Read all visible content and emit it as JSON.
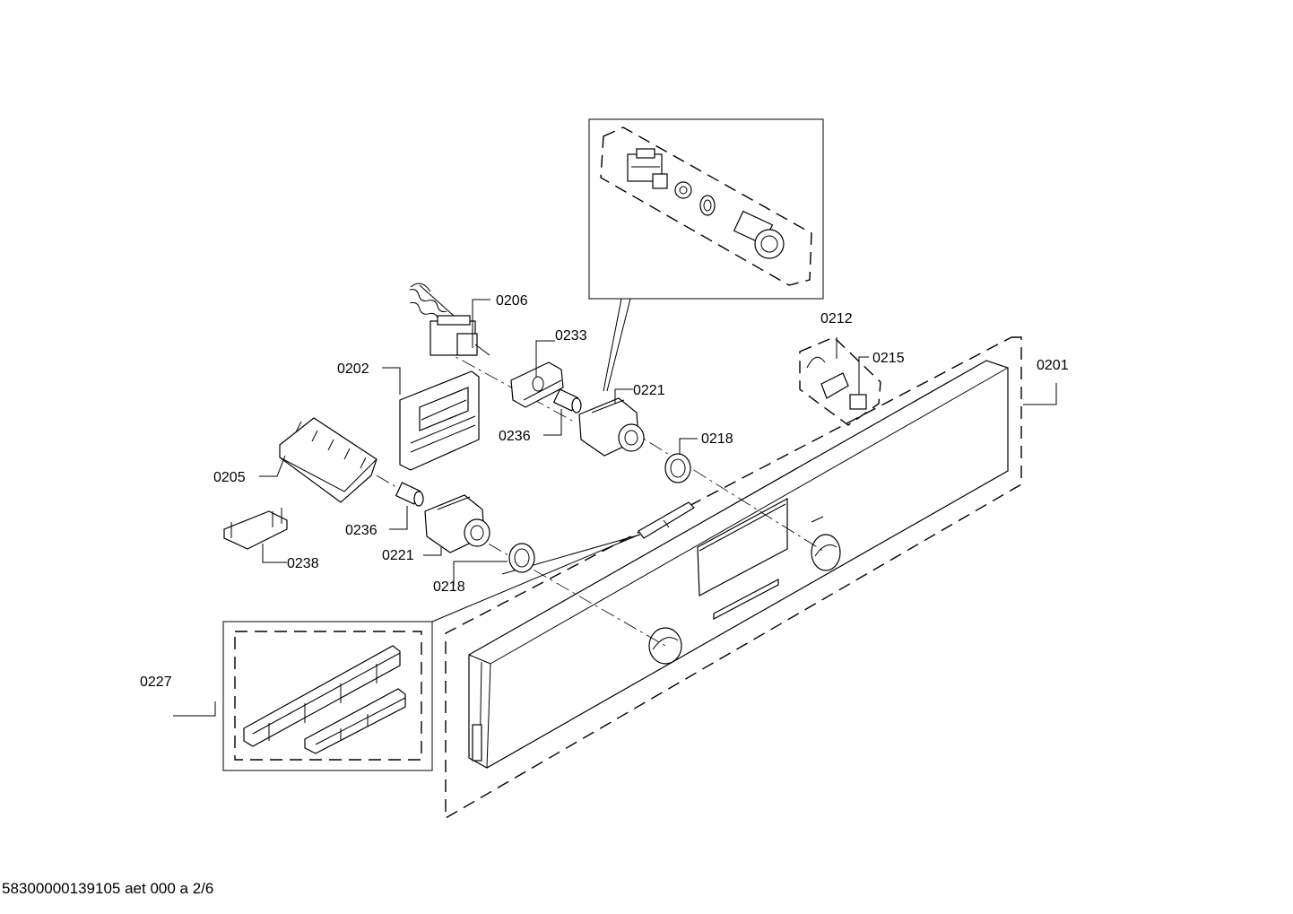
{
  "labels": {
    "p0201": "0201",
    "p0202": "0202",
    "p0205": "0205",
    "p0206": "0206",
    "p0212": "0212",
    "p0215": "0215",
    "p0218a": "0218",
    "p0218b": "0218",
    "p0221a": "0221",
    "p0221b": "0221",
    "p0227": "0227",
    "p0233": "0233",
    "p0236a": "0236",
    "p0236b": "0236",
    "p0238": "0238"
  },
  "footer": {
    "doc_id": "58300000139105 aet 000 a 2/6"
  },
  "colors": {
    "ink": "#000000",
    "paper": "#ffffff"
  }
}
